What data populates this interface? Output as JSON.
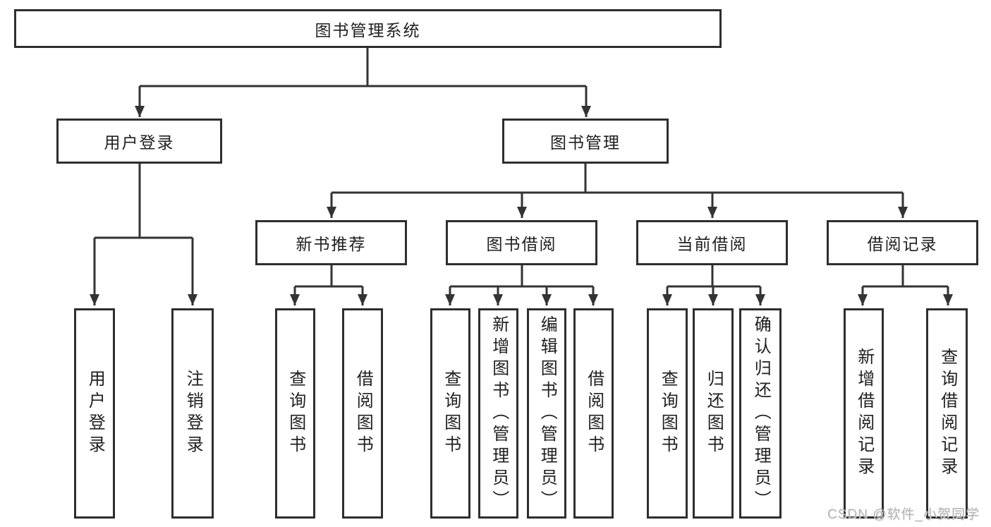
{
  "diagram": {
    "tree": {
      "root": {
        "label": "图书管理系统"
      },
      "branches": [
        {
          "label": "用户登录",
          "children": [
            {
              "label": "用户登录"
            },
            {
              "label": "注销登录"
            }
          ]
        },
        {
          "label": "图书管理",
          "children": [
            {
              "label": "新书推荐",
              "children": [
                {
                  "label": "查询图书"
                },
                {
                  "label": "借阅图书"
                }
              ]
            },
            {
              "label": "图书借阅",
              "children": [
                {
                  "label": "查询图书"
                },
                {
                  "label": "新增图书（管理员）"
                },
                {
                  "label": "编辑图书（管理员）"
                },
                {
                  "label": "借阅图书"
                }
              ]
            },
            {
              "label": "当前借阅",
              "children": [
                {
                  "label": "查询图书"
                },
                {
                  "label": "归还图书"
                },
                {
                  "label": "确认归还（管理员）"
                }
              ]
            },
            {
              "label": "借阅记录",
              "children": [
                {
                  "label": "新增借阅记录"
                },
                {
                  "label": "查询借阅记录"
                }
              ]
            }
          ]
        }
      ]
    },
    "watermark": "CSDN @软件_小贺同学",
    "colors": {
      "line": "#333333",
      "box_border": "#2e2e2e",
      "text": "#1f1f1f",
      "watermark": "#aeaeae",
      "background": "#ffffff"
    }
  }
}
